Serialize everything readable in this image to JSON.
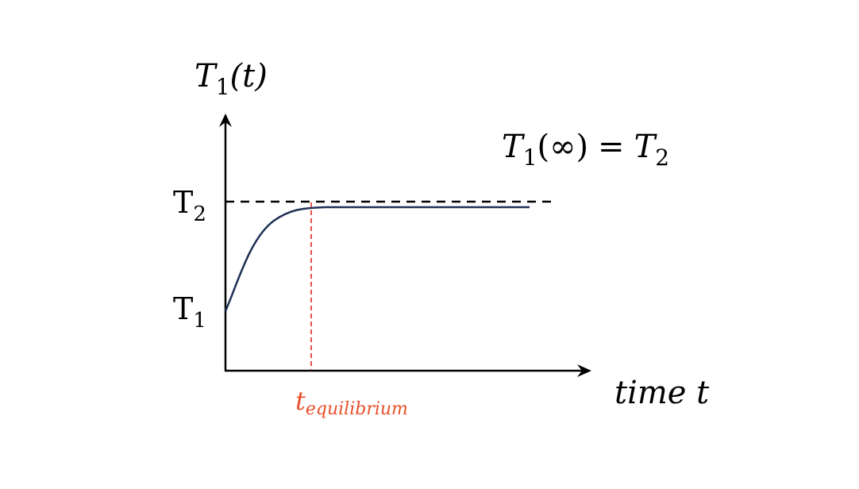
{
  "diagram": {
    "y_axis_label": {
      "main": "T",
      "sub": "1",
      "arg": "(t)"
    },
    "x_axis_label": "time t",
    "annotation": {
      "lhs_main": "T",
      "lhs_sub": "1",
      "lhs_arg": "(∞)",
      "eq": "=",
      "rhs_main": "T",
      "rhs_sub": "2"
    },
    "y_tick_upper": {
      "main": "T",
      "sub": "2"
    },
    "y_tick_lower": {
      "main": "T",
      "sub": "1"
    },
    "equilibrium_label": {
      "main": "t",
      "sub": "equilibrium"
    },
    "colors": {
      "curve": "#1f3057",
      "axes": "#000000",
      "asymptote": "#000000",
      "equilibrium_marker": "#e8504a",
      "equilibrium_text": "#e8502a"
    }
  }
}
